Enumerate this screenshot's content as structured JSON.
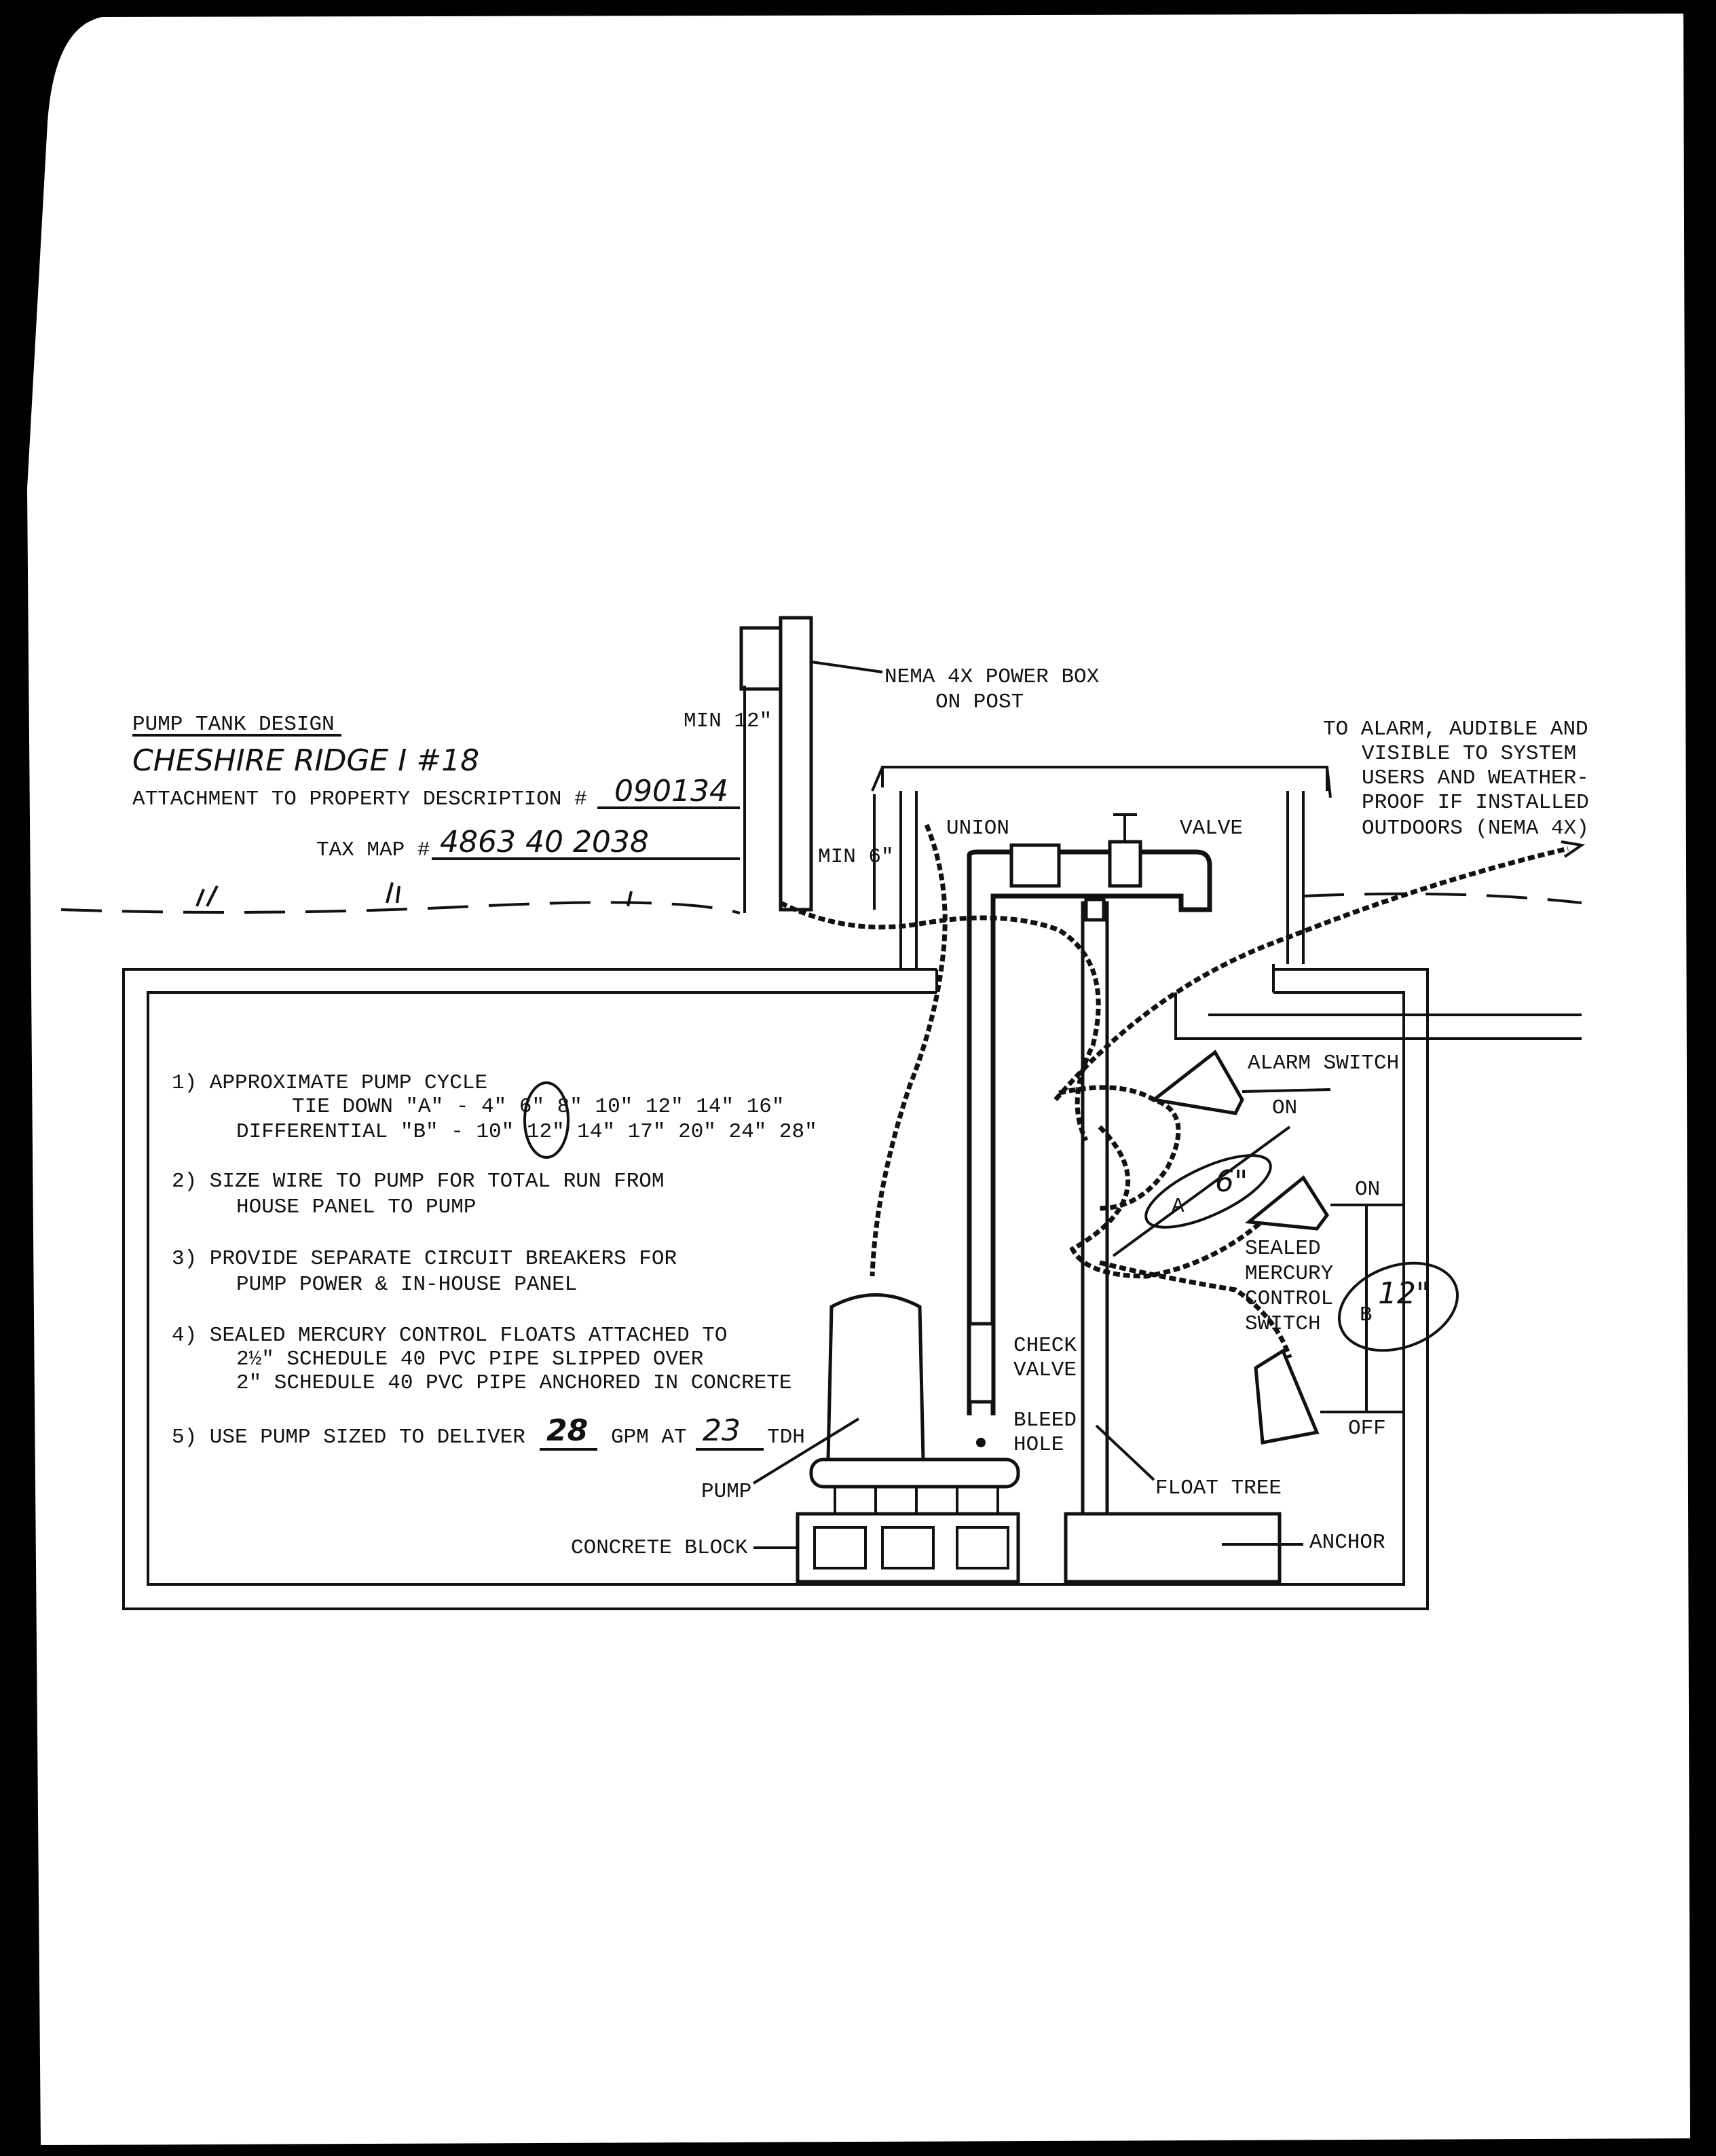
{
  "header": {
    "title": "PUMP TANK DESIGN",
    "project": "CHESHIRE RIDGE I #18",
    "attachment_label": "ATTACHMENT TO PROPERTY DESCRIPTION #",
    "attachment_value": "090134",
    "tax_map_label": "TAX MAP #",
    "tax_map_value": "4863 40 2038"
  },
  "labels": {
    "min_12": "MIN 12\"",
    "min_6": "MIN 6\"",
    "power_box_1": "NEMA 4X POWER BOX",
    "power_box_2": "ON POST",
    "union": "UNION",
    "valve": "VALVE",
    "alarm": [
      "TO ALARM, AUDIBLE AND",
      "VISIBLE TO SYSTEM",
      "USERS AND WEATHER-",
      "PROOF IF INSTALLED",
      "OUTDOORS (NEMA 4X)"
    ],
    "alarm_switch": "ALARM SWITCH",
    "on_1": "ON",
    "on_2": "ON",
    "off": "OFF",
    "a": "A",
    "a_value": "6\"",
    "b": "B",
    "b_value": "12\"",
    "mercury": [
      "SEALED",
      "MERCURY",
      "CONTROL",
      "SWITCH"
    ],
    "check_valve": [
      "CHECK",
      "VALVE"
    ],
    "bleed_hole": [
      "BLEED",
      "HOLE"
    ],
    "float_tree": "FLOAT TREE",
    "anchor": "ANCHOR",
    "pump": "PUMP",
    "concrete_block": "CONCRETE BLOCK"
  },
  "notes": {
    "n1": "1) APPROXIMATE PUMP CYCLE",
    "n1_tie": "TIE DOWN \"A\" -  4\"  6\"  8\" 10\" 12\" 14\" 16\"",
    "n1_diff": "DIFFERENTIAL \"B\" - 10\" 12\" 14\" 17\" 20\" 24\" 28\"",
    "n2": [
      "2) SIZE WIRE TO PUMP FOR TOTAL RUN FROM",
      "HOUSE PANEL TO PUMP"
    ],
    "n3": [
      "3) PROVIDE SEPARATE CIRCUIT BREAKERS FOR",
      "PUMP POWER & IN-HOUSE PANEL"
    ],
    "n4": [
      "4) SEALED MERCURY CONTROL FLOATS ATTACHED TO",
      "2½\" SCHEDULE 40 PVC PIPE SLIPPED OVER",
      "2\" SCHEDULE 40 PVC PIPE ANCHORED IN CONCRETE"
    ],
    "n5_a": "5) USE PUMP SIZED TO DELIVER",
    "n5_gpm": "28",
    "n5_b": "GPM AT",
    "n5_tdh": "23",
    "n5_c": "TDH"
  }
}
